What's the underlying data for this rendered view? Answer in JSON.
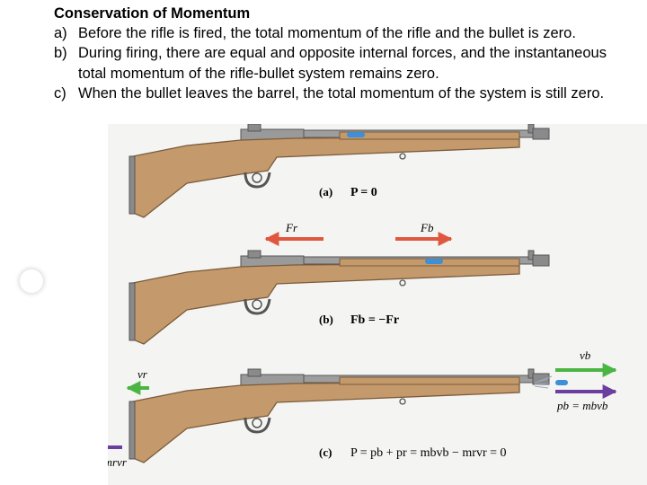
{
  "text": {
    "title": "Conservation of Momentum",
    "items": [
      {
        "marker": "a)",
        "text": "Before the rifle is fired, the total momentum of the rifle and the bullet is zero."
      },
      {
        "marker": "b)",
        "text": "During firing, there are equal and opposite internal forces, and the instantaneous total momentum of the rifle-bullet system remains zero."
      },
      {
        "marker": "c)",
        "text": "When the bullet leaves the barrel, the total momentum of the system is still zero."
      }
    ]
  },
  "figure": {
    "panel_a": {
      "tag": "(a)",
      "equation": "P = 0"
    },
    "panel_b": {
      "tag": "(b)",
      "equation": "Fb = −Fr",
      "force_rifle_label": "Fr",
      "force_bullet_label": "Fb"
    },
    "panel_c": {
      "tag": "(c)",
      "equation": "P = pb + pr = mbvb − mrvr = 0",
      "velocity_rifle_label": "vr",
      "velocity_bullet_label": "vb",
      "momentum_rifle_label": "pr = −mrvr",
      "momentum_bullet_label": "pb = mbvb"
    }
  },
  "colors": {
    "stock": "#c49a6c",
    "stock_edge": "#7a5a3a",
    "metal": "#9e9e9e",
    "metal_edge": "#555555",
    "bullet": "#3e8fd6",
    "force_arrow": "#e0563e",
    "velocity_arrow": "#4bb543",
    "momentum_arrow": "#6a3fa0",
    "panel_bg": "#f4f4f2"
  }
}
